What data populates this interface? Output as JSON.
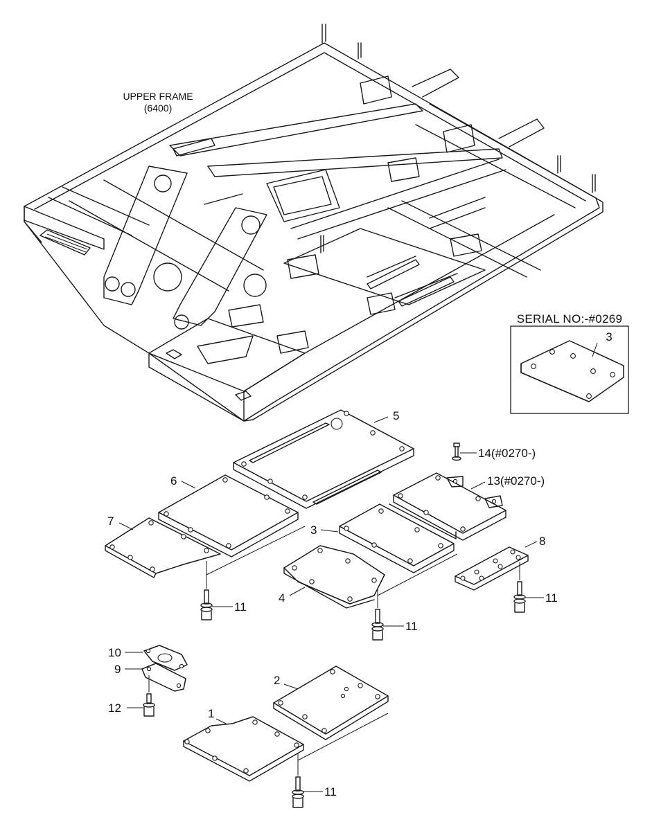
{
  "frame": {
    "title_line1": "UPPER FRAME",
    "title_line2": "(6400)"
  },
  "serial_box": {
    "title": "SERIAL NO:-#0269",
    "part_label": "3"
  },
  "callouts": {
    "p1": "1",
    "p2": "2",
    "p3": "3",
    "p4": "4",
    "p5": "5",
    "p6": "6",
    "p7": "7",
    "p8": "8",
    "p9": "9",
    "p10": "10",
    "p11_a": "11",
    "p11_b": "11",
    "p11_c": "11",
    "p11_d": "11",
    "p12": "12",
    "p13": "13(#0270-)",
    "p14": "14(#0270-)"
  }
}
